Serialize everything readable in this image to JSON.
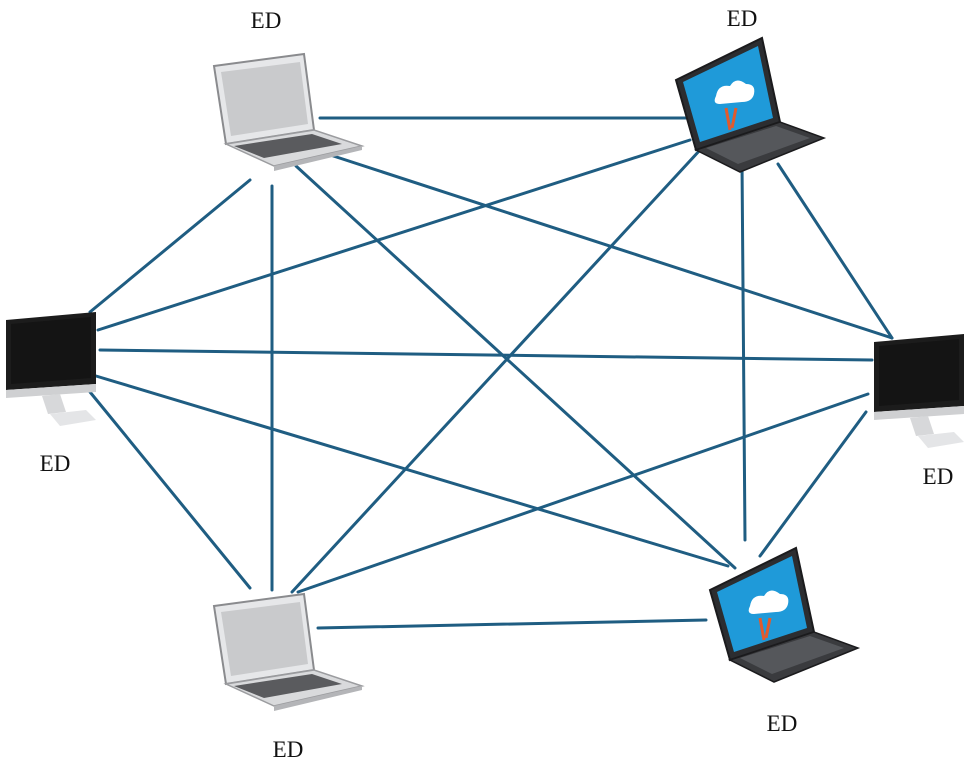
{
  "colors": {
    "link": "#1f5d82",
    "laptop_silver": "#d9dadc",
    "laptop_dark": "#3a3b3e",
    "screen_gray": "#c9cacc",
    "screen_blue": "#1f9ad9",
    "monitor_screen": "#141414"
  },
  "nodes": [
    {
      "id": "n1",
      "label": "ED",
      "device": "silver-laptop"
    },
    {
      "id": "n2",
      "label": "ED",
      "device": "dark-laptop"
    },
    {
      "id": "n3",
      "label": "ED",
      "device": "desktop-monitor"
    },
    {
      "id": "n4",
      "label": "ED",
      "device": "desktop-monitor"
    },
    {
      "id": "n5",
      "label": "ED",
      "device": "silver-laptop"
    },
    {
      "id": "n6",
      "label": "ED",
      "device": "dark-laptop"
    }
  ],
  "edges": [
    [
      "n1",
      "n2"
    ],
    [
      "n1",
      "n3"
    ],
    [
      "n1",
      "n4"
    ],
    [
      "n1",
      "n5"
    ],
    [
      "n1",
      "n6"
    ],
    [
      "n2",
      "n3"
    ],
    [
      "n2",
      "n4"
    ],
    [
      "n2",
      "n5"
    ],
    [
      "n2",
      "n6"
    ],
    [
      "n3",
      "n4"
    ],
    [
      "n3",
      "n5"
    ],
    [
      "n3",
      "n6"
    ],
    [
      "n4",
      "n5"
    ],
    [
      "n4",
      "n6"
    ],
    [
      "n5",
      "n6"
    ]
  ]
}
